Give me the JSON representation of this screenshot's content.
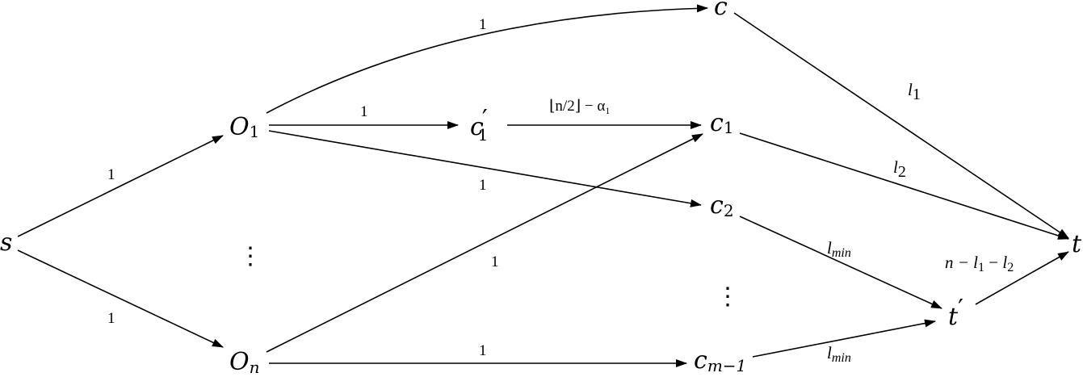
{
  "nodes": {
    "s": "s",
    "t": "t",
    "c": "c",
    "o1": {
      "base": "O",
      "sub": "1"
    },
    "on": {
      "base": "O",
      "sub": "n"
    },
    "c1p": {
      "base": "c",
      "prime": "′",
      "sub": "1"
    },
    "c1": {
      "base": "c",
      "sub": "1"
    },
    "c2": {
      "base": "c",
      "sub": "2"
    },
    "cm1": {
      "base": "c",
      "sub": "m−1"
    },
    "tp": {
      "base": "t",
      "prime": "′"
    },
    "dots": "⋮"
  },
  "edge_labels": {
    "s_o1": "1",
    "s_on": "1",
    "o1_c": "1",
    "o1_c1p": "1",
    "c1p_c1": "⌊n/2⌋ − α₁",
    "o1_c2": "1",
    "on_c1": "1",
    "on_cm1": "1",
    "c_t": {
      "base": "l",
      "sub": "1"
    },
    "c1_t": {
      "base": "l",
      "sub": "2"
    },
    "c2_tp": {
      "base": "l",
      "sub": "min"
    },
    "cm1_tp": {
      "base": "l",
      "sub": "min"
    },
    "tp_t": {
      "pre": "n − ",
      "l1": "l",
      "l1sub": "1",
      "mid": " − ",
      "l2": "l",
      "l2sub": "2"
    }
  }
}
